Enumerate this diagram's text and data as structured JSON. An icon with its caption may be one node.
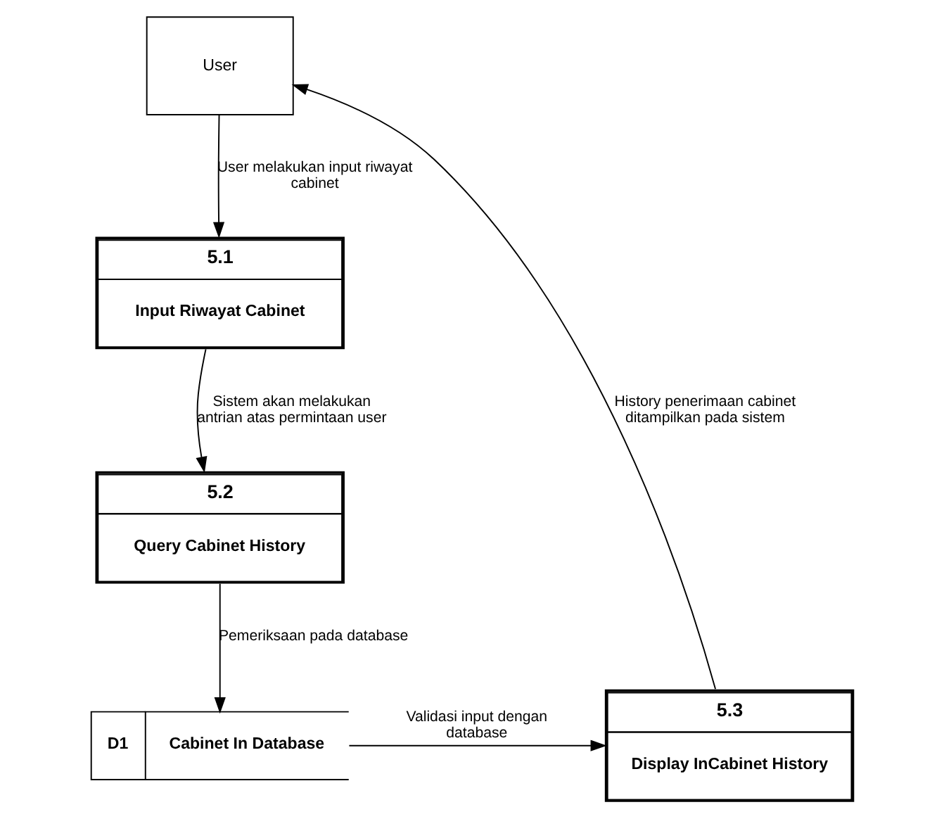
{
  "diagram": {
    "nodes": [
      {
        "text": [
          "User"
        ]
      },
      {
        "text": [
          "5.1",
          "Input Riwayat Cabinet"
        ]
      },
      {
        "text": [
          "5.2",
          "Query Cabinet History"
        ]
      },
      {
        "text": [
          "D1",
          "Cabinet In Database"
        ]
      },
      {
        "text": [
          "5.3",
          "Display InCabinet History"
        ]
      }
    ],
    "edges": [
      {
        "from": 0,
        "to": 1,
        "arrow": "to",
        "label": "User melakukan input riwayat cabinet"
      },
      {
        "from": 1,
        "to": 2,
        "arrow": "to",
        "label": "Sistem akan melakukan antrian atas permintaan user"
      },
      {
        "from": 2,
        "to": 3,
        "arrow": "to",
        "label": "Pemeriksaan pada database"
      },
      {
        "from": 3,
        "to": 4,
        "arrow": "to",
        "label": "Validasi input dengan database"
      },
      {
        "from": 4,
        "to": 0,
        "arrow": "to",
        "label": "History penerimaan cabinet ditampilkan pada sistem"
      }
    ]
  }
}
